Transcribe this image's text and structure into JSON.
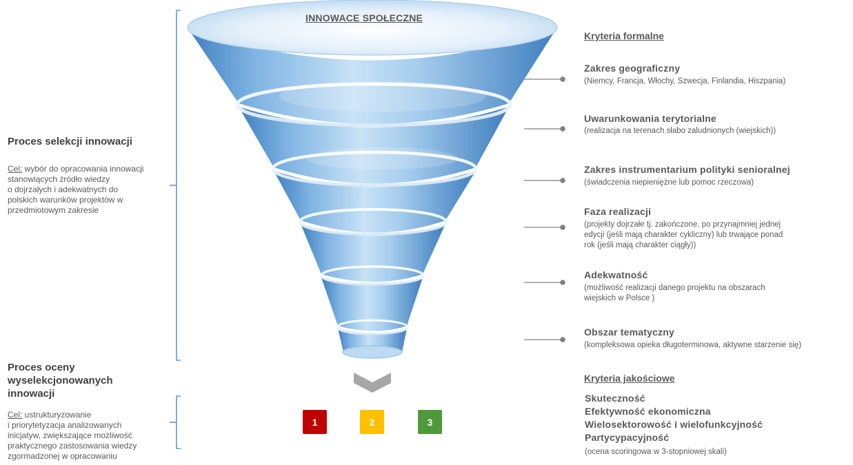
{
  "funnel": {
    "title": "INNOWACE SPOŁECZNE"
  },
  "left": {
    "selection": {
      "title": "Proces selekcji innowacji",
      "goal_label": "Cel:",
      "goal_text_line1": " wybór do opracowania innowacji",
      "lines": [
        "stanowiących źródło wiedzy",
        "o dojrzałych i adekwatnych do",
        "polskich warunków projektów w",
        "przedmiotowym zakresie"
      ]
    },
    "evaluation": {
      "title_lines": [
        "Proces oceny",
        "wyselekcjonowanych",
        "innowacji"
      ],
      "goal_label": "Cel:",
      "goal_text_line1": " ustrukturyzowanie",
      "lines": [
        "i priorytetyzacja analizowanych",
        "inicjatyw, zwiększające możliwość",
        "praktycznego zastosowania wiedzy",
        "zgormadzonej w opracowaniu"
      ]
    }
  },
  "right": {
    "formal_heading": "Kryteria formalne",
    "criteria": [
      {
        "title": "Zakres geograficzny",
        "desc": [
          "(Niemcy, Francja, Włochy, Szwecja, Finlandia, Hiszpania)"
        ]
      },
      {
        "title": "Uwarunkowania terytorialne",
        "desc": [
          "(realizacja na terenach słabo zaludnionych (wiejskich))"
        ]
      },
      {
        "title": "Zakres instrumentarium polityki senioralnej",
        "desc": [
          "(świadczenia niepieniężne lub pomoc rzeczowa)"
        ]
      },
      {
        "title": "Faza realizacji",
        "desc": [
          "(projekty dojrzałe tj. zakończone, po przynajmniej jednej",
          "edycji (jeśli mają charakter cykliczny) lub trwające ponad",
          "rok (jeśli mają charakter ciągły))"
        ]
      },
      {
        "title": "Adekwatność",
        "desc": [
          "(możliwość realizacji danego projektu na obszarach",
          "wiejskich w Polsce )"
        ]
      },
      {
        "title": "Obszar tematyczny",
        "desc": [
          "(kompleksowa opieka długoterminowa, aktywne starzenie się)"
        ]
      }
    ],
    "quality_heading": "Kryteria jakościowe",
    "quality_items": [
      "Skuteczność",
      "Efektywność ekonomiczna",
      "Wielosektorowość i wielofunkcyjność",
      "Partycypacyjność"
    ],
    "quality_note": "(ocena scoringowa w 3-stopniowej skali)"
  },
  "scores": [
    {
      "label": "1",
      "color": "#c00000"
    },
    {
      "label": "2",
      "color": "#ffc000"
    },
    {
      "label": "3",
      "color": "#4e9a3b"
    }
  ],
  "colors": {
    "bracket": "#5b9bd5",
    "funnel_light": "#eaf4fc",
    "funnel_mid": "#a9d0f0",
    "funnel_dark": "#4f8ec8",
    "connector": "#808080",
    "chevron": "#a6a6a6"
  }
}
